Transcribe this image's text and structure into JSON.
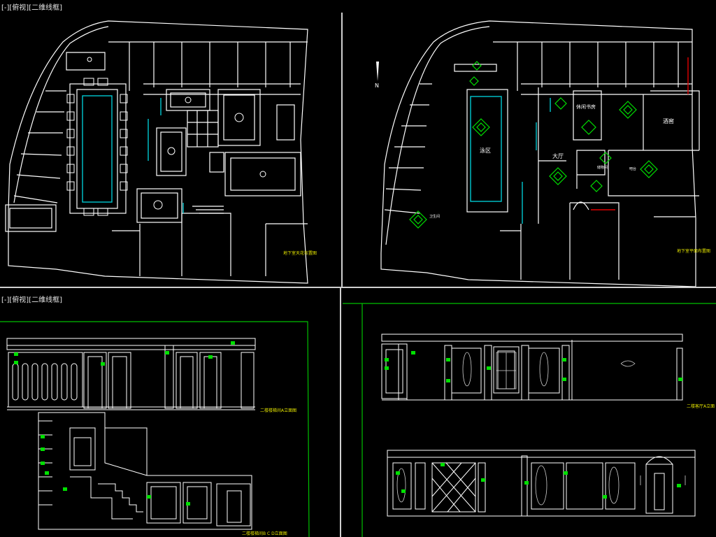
{
  "viewports": {
    "top": {
      "label": "[-][俯视][二维线框]"
    },
    "bottom": {
      "label": "[-][俯视][二维线框]"
    }
  },
  "plan_left": {
    "title": "地下室天花布置图"
  },
  "plan_right": {
    "title": "地下室平面布置图",
    "north": "N",
    "rooms": {
      "pool": "泳区",
      "hall": "大厅",
      "leisure": "休闲书房",
      "wine": "酒窖",
      "toilet": "卫生间",
      "bar": "吧台",
      "storage": "储物间"
    }
  },
  "elev_left": {
    "title_top": "二楼楼梯间A立面图",
    "title_bottom": "二楼楼梯间B C D立面图"
  },
  "elev_right": {
    "title": "二楼客厅A立面"
  },
  "colors": {
    "line": "#ffffff",
    "cyan": "#00c8d0",
    "green": "#00e000",
    "yellow": "#e6e600",
    "red": "#e00000",
    "frame": "#00c000"
  }
}
